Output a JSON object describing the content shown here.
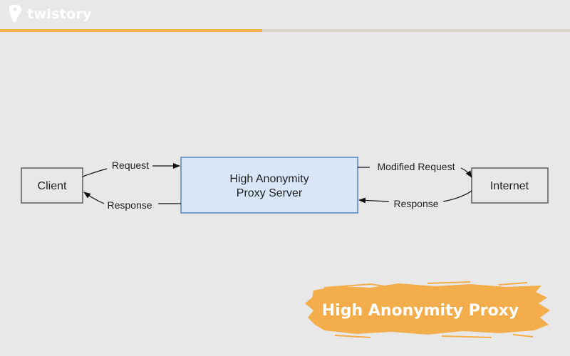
{
  "brand": {
    "name": "twistory"
  },
  "progress": {
    "fraction": 0.46
  },
  "diagram": {
    "nodes": {
      "client": "Client",
      "proxy_line1": "High Anonymity",
      "proxy_line2": "Proxy Server",
      "internet": "Internet"
    },
    "edges": {
      "client_request": "Request",
      "client_response": "Response",
      "modified_request": "Modified Request",
      "internet_response": "Response"
    }
  },
  "caption": {
    "text": "High Anonymity Proxy"
  },
  "colors": {
    "accent": "#f3ad4a",
    "proxy_fill": "#d8e6f8",
    "proxy_border": "#7a9bd0"
  }
}
